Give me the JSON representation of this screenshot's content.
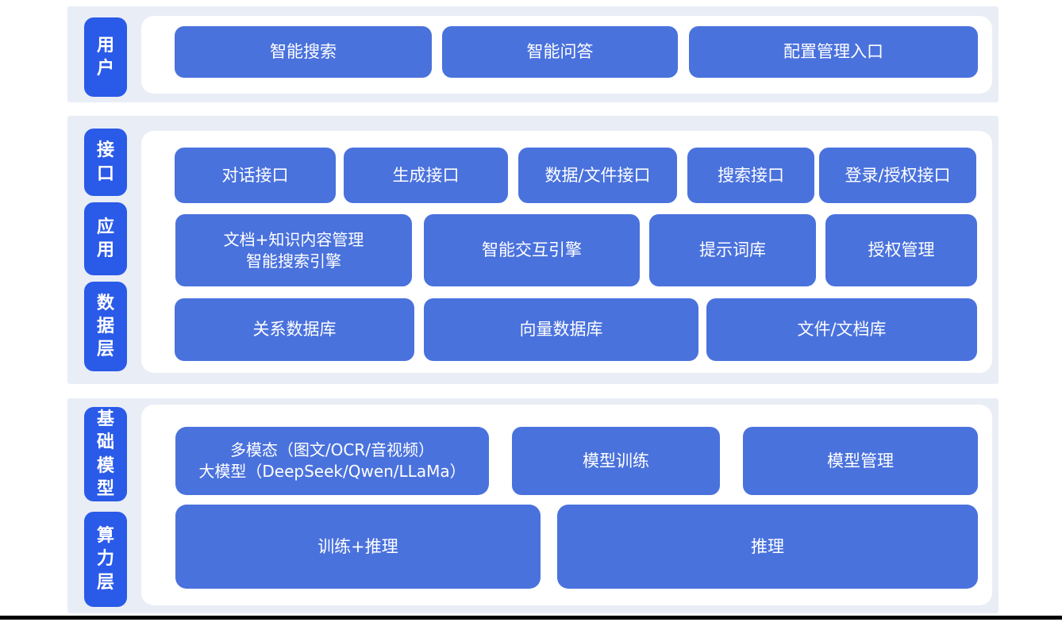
{
  "colors": {
    "layer_label_bg": "#2a5ae8",
    "block_bg": "#4a72dd",
    "band_bg": "#e9edf6",
    "panel_bg": "#ffffff",
    "block_text": "#ffffff"
  },
  "layers": {
    "user": {
      "label": "用户",
      "blocks": [
        "智能搜索",
        "智能问答",
        "配置管理入口"
      ]
    },
    "service": {
      "labels": [
        "接口",
        "应用",
        "数据层"
      ],
      "interface_blocks": [
        "对话接口",
        "生成接口",
        "数据/文件接口",
        "搜索接口",
        "登录/授权接口"
      ],
      "application_blocks": [
        "文档+知识内容管理\n智能搜索引擎",
        "智能交互引擎",
        "提示词库",
        "授权管理"
      ],
      "data_blocks": [
        "关系数据库",
        "向量数据库",
        "文件/文档库"
      ]
    },
    "foundation": {
      "labels": [
        "基础模型",
        "算力层"
      ],
      "model_blocks": [
        "多模态（图文/OCR/音视频）\n大模型（DeepSeek/Qwen/LLaMa）",
        "模型训练",
        "模型管理"
      ],
      "compute_blocks": [
        "训练+推理",
        "推理"
      ]
    }
  }
}
